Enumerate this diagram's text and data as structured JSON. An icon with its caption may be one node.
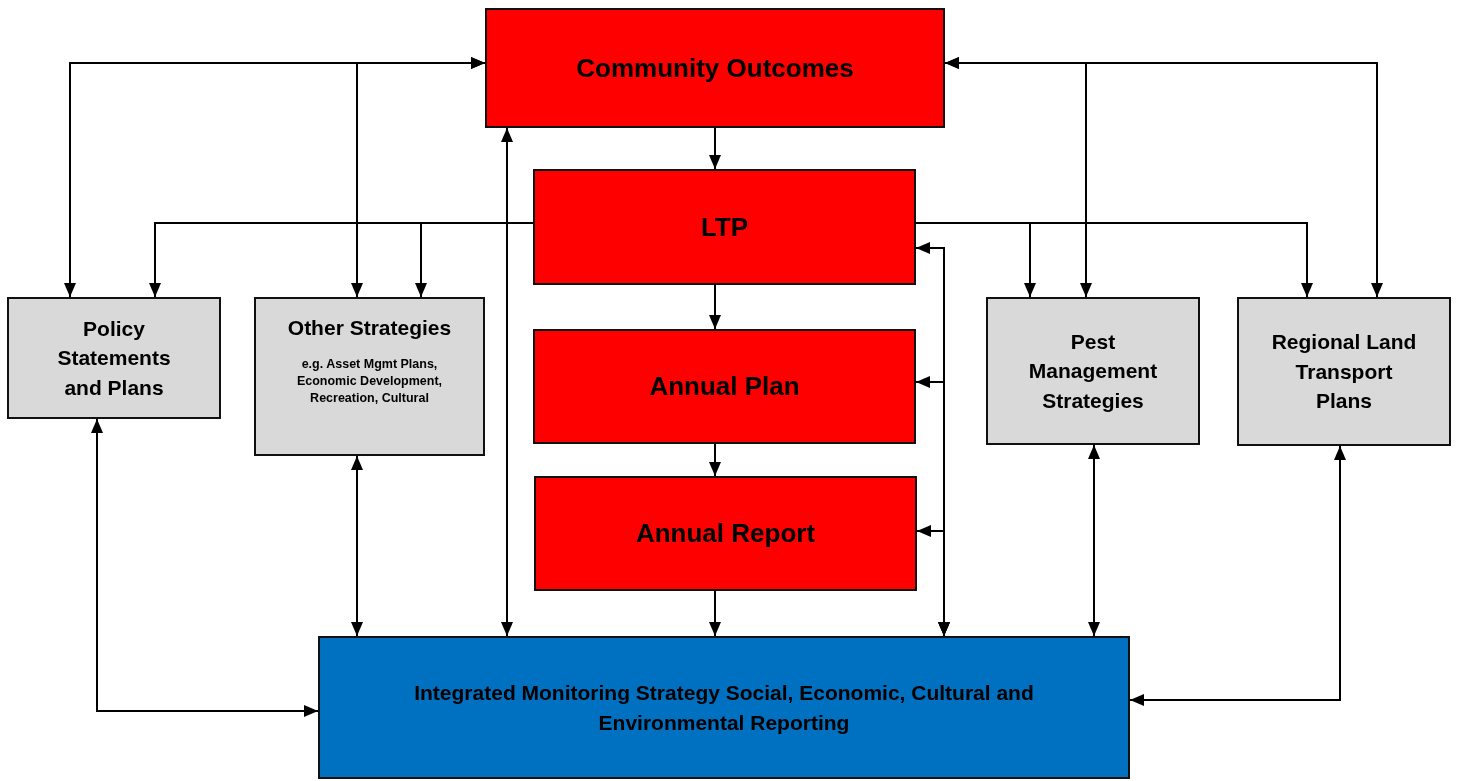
{
  "diagram": {
    "nodes": [
      {
        "text": [
          "Community Outcomes"
        ]
      },
      {
        "text": [
          "LTP"
        ]
      },
      {
        "text": [
          "Annual Plan"
        ]
      },
      {
        "text": [
          "Annual Report"
        ]
      },
      {
        "text": [
          "Policy Statements and Plans"
        ]
      },
      {
        "text": [
          "Other Strategies",
          "e.g. Asset Mgmt Plans, Economic Development, Recreation, Cultural"
        ]
      },
      {
        "text": [
          "Pest Management Strategies"
        ]
      },
      {
        "text": [
          "Regional Land Transport Plans"
        ]
      },
      {
        "text": [
          "Integrated Monitoring Strategy Social, Economic, Cultural and Environmental Reporting"
        ]
      }
    ],
    "edges": [
      {
        "from": 4,
        "to": 0,
        "arrow": "both"
      },
      {
        "from": 5,
        "to": 0,
        "arrow": "both"
      },
      {
        "from": 6,
        "to": 0,
        "arrow": "both"
      },
      {
        "from": 7,
        "to": 0,
        "arrow": "both"
      },
      {
        "from": 1,
        "to": 4,
        "arrow": "to"
      },
      {
        "from": 1,
        "to": 5,
        "arrow": "to"
      },
      {
        "from": 1,
        "to": 6,
        "arrow": "to"
      },
      {
        "from": 1,
        "to": 7,
        "arrow": "to"
      },
      {
        "from": 0,
        "to": 1,
        "arrow": "to"
      },
      {
        "from": 1,
        "to": 2,
        "arrow": "to"
      },
      {
        "from": 2,
        "to": 3,
        "arrow": "to"
      },
      {
        "from": 3,
        "to": 8,
        "arrow": "to"
      },
      {
        "from": 0,
        "to": 8,
        "arrow": "both"
      },
      {
        "from": 8,
        "to": 1,
        "arrow": "both"
      },
      {
        "from": 8,
        "to": 2,
        "arrow": "both"
      },
      {
        "from": 8,
        "to": 3,
        "arrow": "both"
      },
      {
        "from": 5,
        "to": 8,
        "arrow": "both"
      },
      {
        "from": 6,
        "to": 8,
        "arrow": "both"
      },
      {
        "from": 4,
        "to": 8,
        "arrow": "both"
      },
      {
        "from": 7,
        "to": 8,
        "arrow": "both"
      }
    ]
  }
}
